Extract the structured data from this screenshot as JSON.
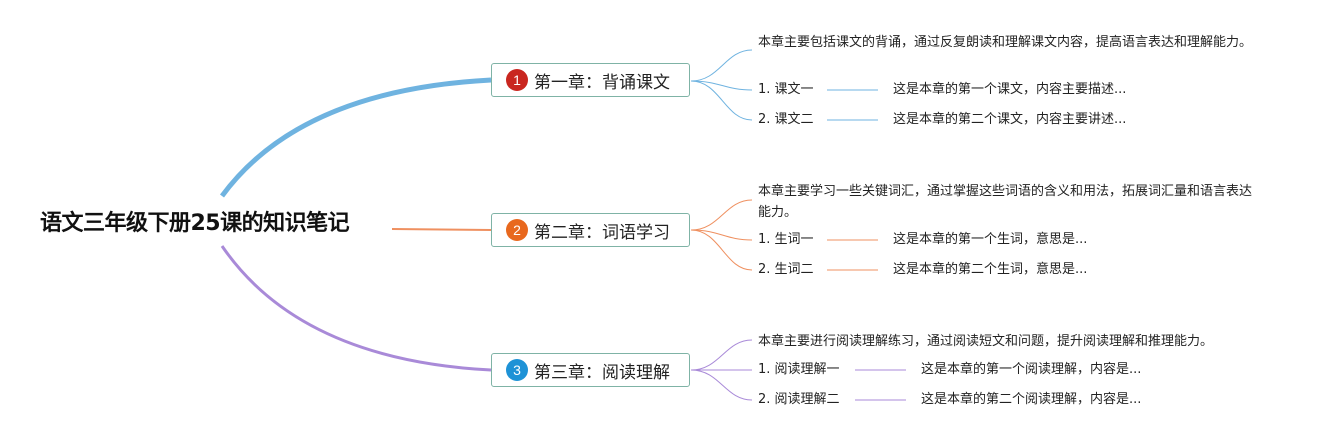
{
  "root": {
    "title": "语文三年级下册25课的知识笔记"
  },
  "chapters": [
    {
      "number": "1",
      "title": "第一章：背诵课文",
      "color": "#c9261f",
      "branch_color": "#6fb3e0",
      "summary": "本章主要包括课文的背诵，通过反复朗读和理解课文内容，提高语言表达和理解能力。",
      "items": [
        {
          "label": "1. 课文一",
          "desc": "这是本章的第一个课文，内容主要描述..."
        },
        {
          "label": "2. 课文二",
          "desc": "这是本章的第二个课文，内容主要讲述..."
        }
      ]
    },
    {
      "number": "2",
      "title": "第二章：词语学习",
      "color": "#e8681e",
      "branch_color": "#ef9060",
      "summary": "本章主要学习一些关键词汇，通过掌握这些词语的含义和用法，拓展词汇量和语言表达能力。",
      "items": [
        {
          "label": "1. 生词一",
          "desc": "这是本章的第一个生词，意思是..."
        },
        {
          "label": "2. 生词二",
          "desc": "这是本章的第二个生词，意思是..."
        }
      ]
    },
    {
      "number": "3",
      "title": "第三章：阅读理解",
      "color": "#1e92d6",
      "branch_color": "#a98ad8",
      "summary": "本章主要进行阅读理解练习，通过阅读短文和问题，提升阅读理解和推理能力。",
      "items": [
        {
          "label": "1. 阅读理解一",
          "desc": "这是本章的第一个阅读理解，内容是..."
        },
        {
          "label": "2. 阅读理解二",
          "desc": "这是本章的第二个阅读理解，内容是..."
        }
      ]
    }
  ]
}
